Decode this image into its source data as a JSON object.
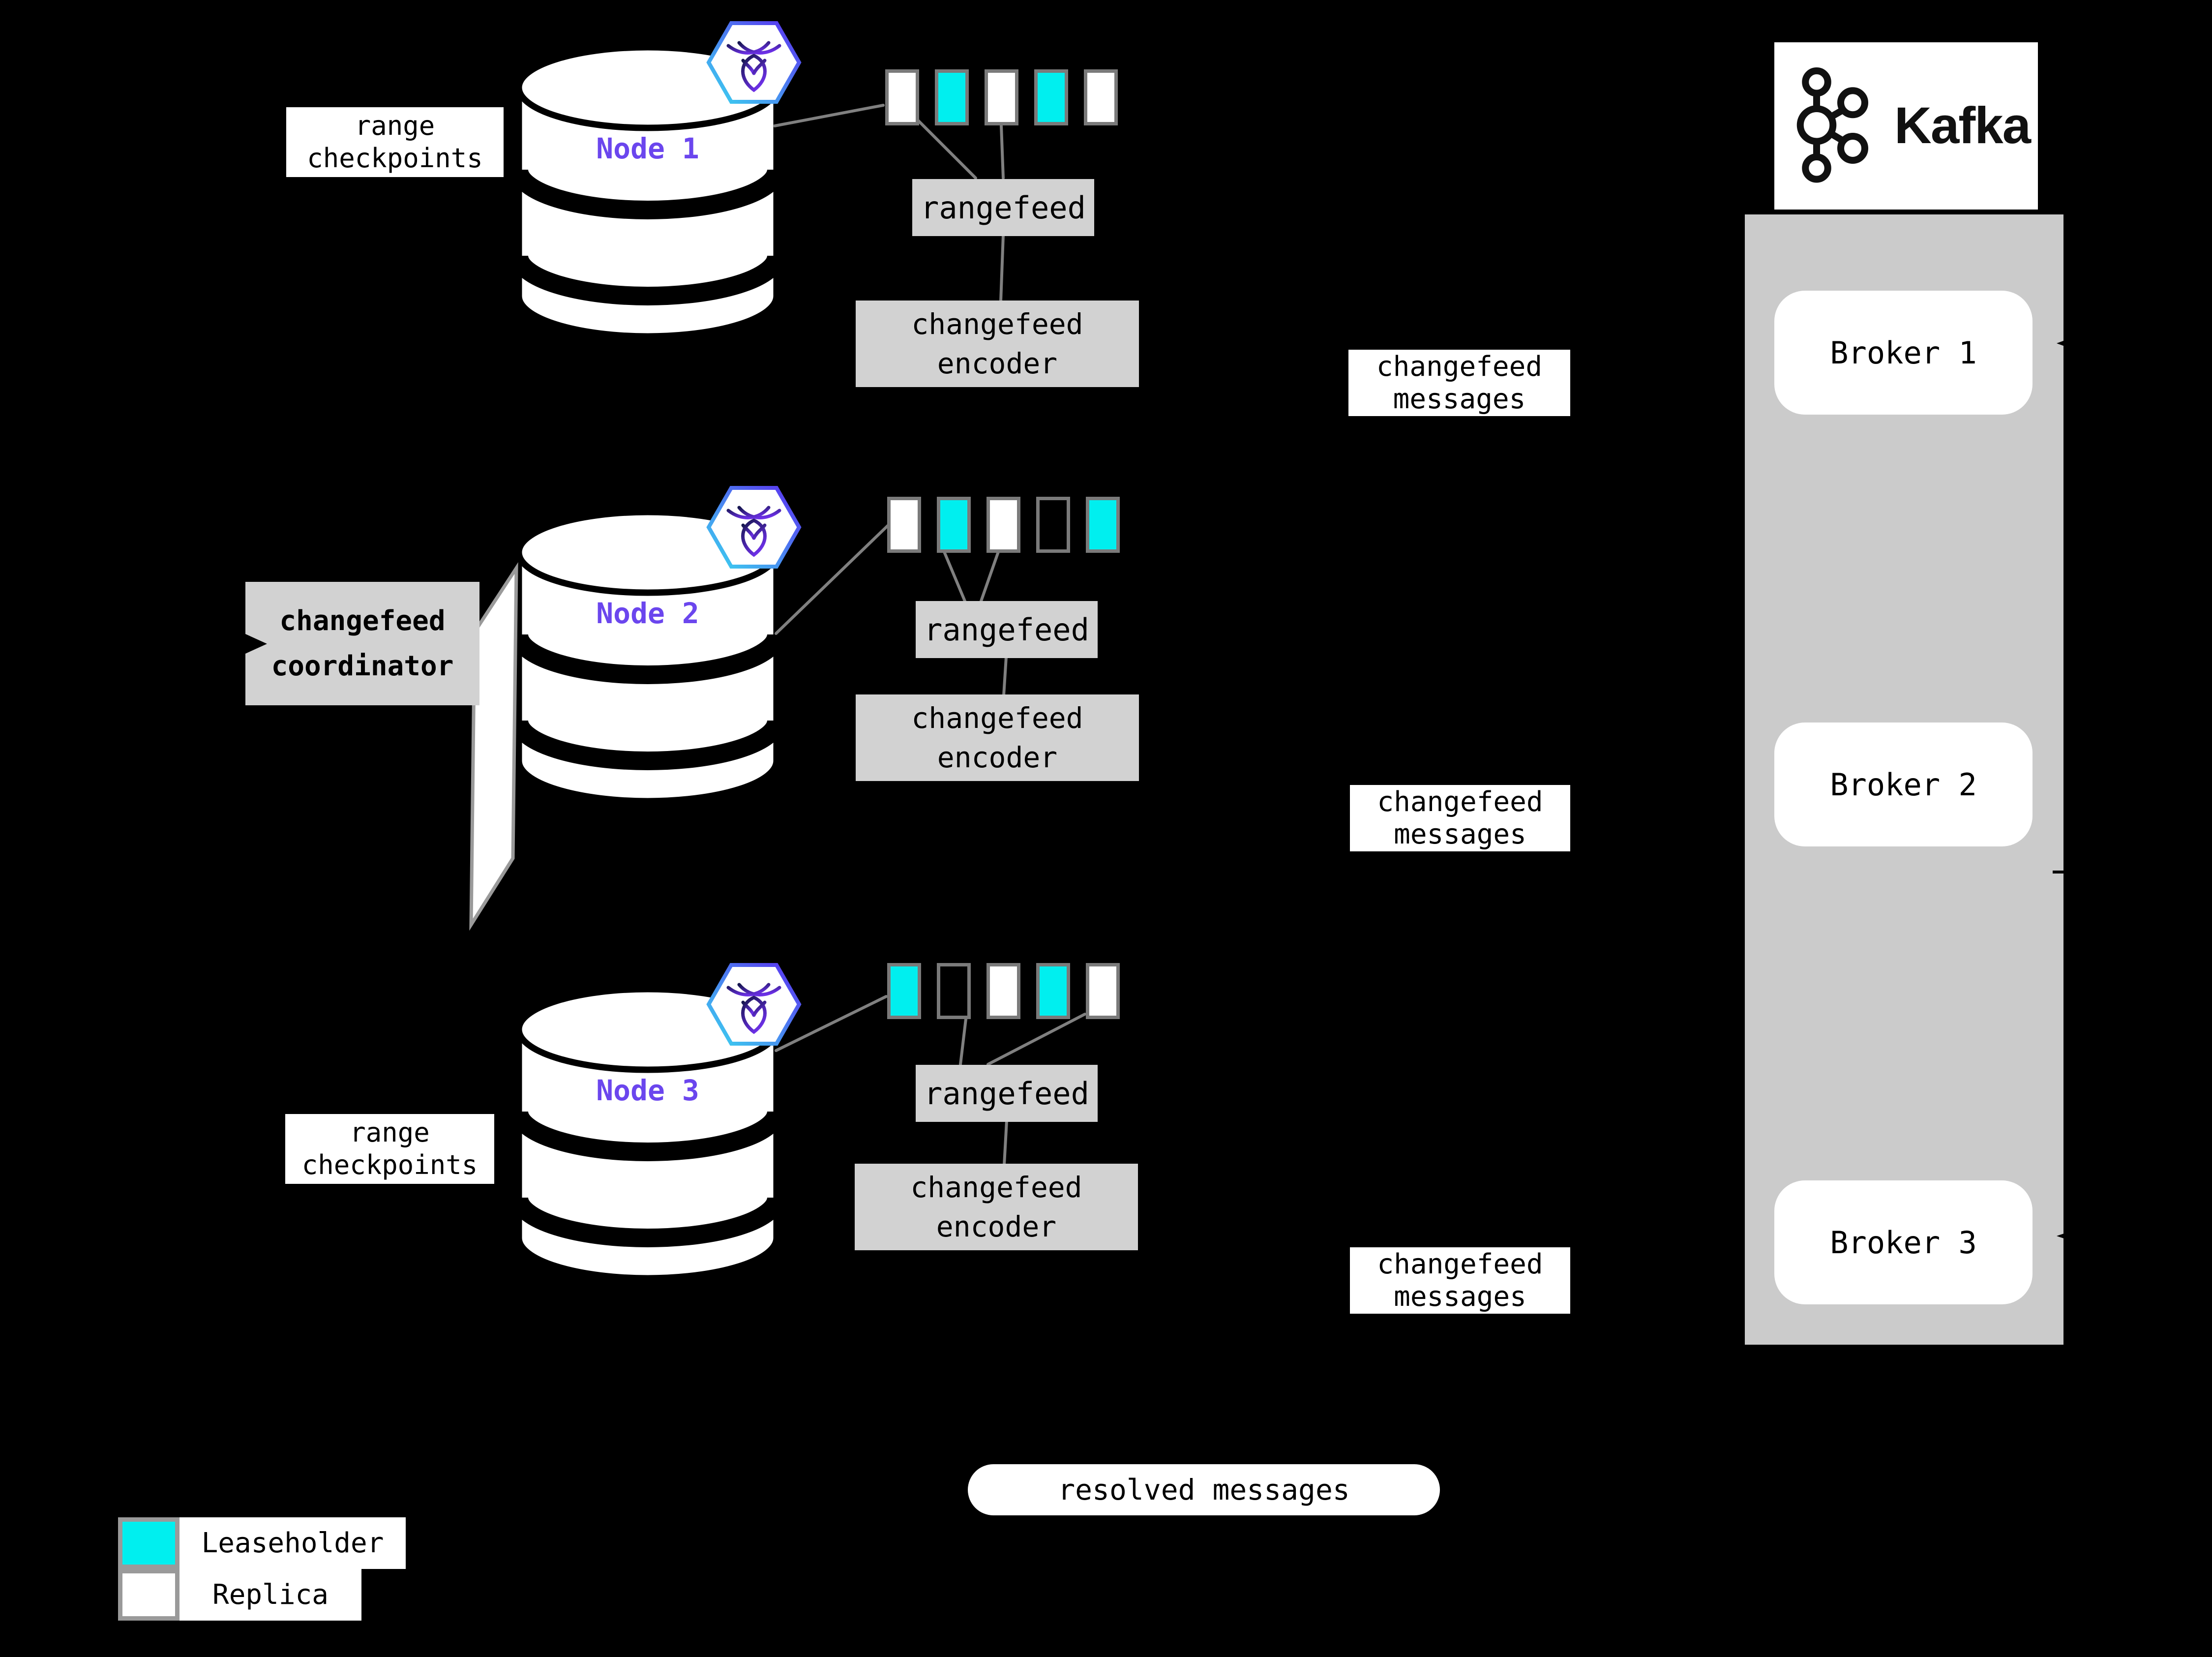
{
  "colors": {
    "background": "#000000",
    "leaseholder_cyan": "#00efef",
    "replica_white": "#ffffff",
    "node_label_purple": "#6b46ee",
    "box_gray": "#d2d2d2",
    "kafka_container_gray": "#cbcbcb",
    "connector_line_gray": "#808080",
    "block_border_gray": "#7a7a7a",
    "cockroach_gradient_start": "#3ad6f0",
    "cockroach_gradient_end": "#5b2ef0"
  },
  "nodes": [
    {
      "name": "Node 1",
      "ranges": [
        "replica",
        "leaseholder",
        "replica",
        "leaseholder",
        "replica"
      ]
    },
    {
      "name": "Node 2",
      "ranges": [
        "replica",
        "leaseholder",
        "replica",
        "empty",
        "leaseholder"
      ]
    },
    {
      "name": "Node 3",
      "ranges": [
        "leaseholder",
        "empty",
        "replica",
        "leaseholder",
        "replica"
      ]
    }
  ],
  "labels": {
    "range_checkpoints_line1": "range",
    "range_checkpoints_line2": "checkpoints",
    "coordinator_line1": "changefeed",
    "coordinator_line2": "coordinator",
    "rangefeed": "rangefeed",
    "encoder_line1": "changefeed",
    "encoder_line2": "encoder",
    "messages_line1": "changefeed",
    "messages_line2": "messages",
    "resolved_messages": "resolved messages"
  },
  "kafka": {
    "title": "Kafka",
    "brokers": [
      "Broker 1",
      "Broker 2",
      "Broker 3"
    ]
  },
  "legend": [
    {
      "label": "Leaseholder",
      "type": "leaseholder"
    },
    {
      "label": "Replica",
      "type": "replica"
    }
  ]
}
